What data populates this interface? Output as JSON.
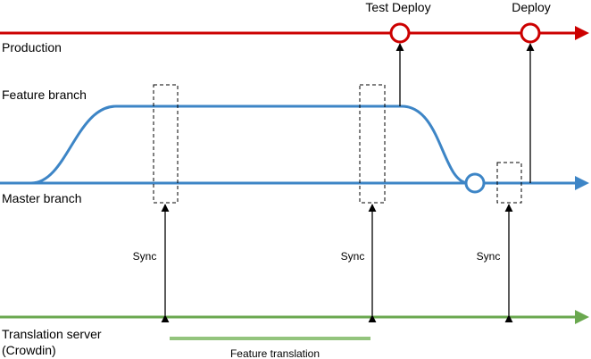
{
  "lines": {
    "production": {
      "label": "Production",
      "color": "#cc0000"
    },
    "feature_branch": {
      "label": "Feature branch",
      "color": "#3d85c6"
    },
    "master_branch": {
      "label": "Master branch",
      "color": "#3d85c6"
    },
    "translation_server": {
      "label_line1": "Translation server",
      "label_line2": "(Crowdin)",
      "color": "#6aa84f"
    }
  },
  "events": {
    "test_deploy": {
      "label": "Test Deploy"
    },
    "deploy": {
      "label": "Deploy"
    }
  },
  "sync_labels": [
    "Sync",
    "Sync",
    "Sync"
  ],
  "feature_translation": {
    "label": "Feature translation",
    "color": "#93c47d"
  }
}
